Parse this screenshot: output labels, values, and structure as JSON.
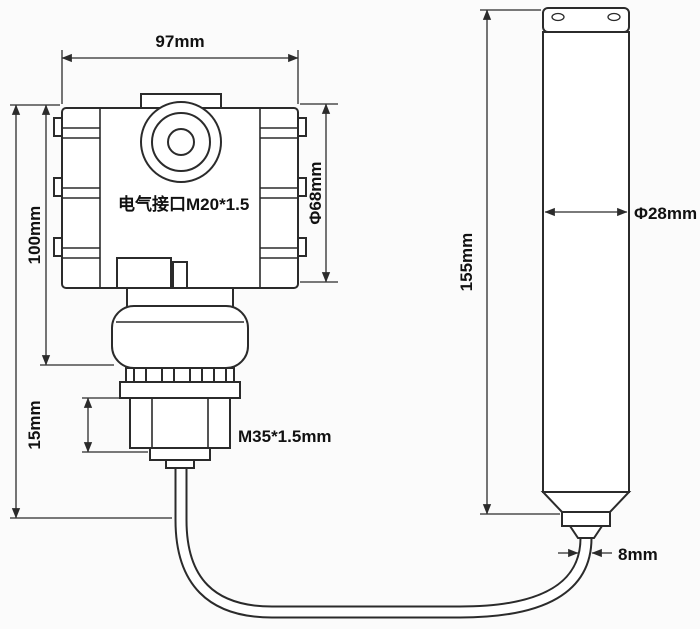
{
  "diagram": {
    "dimensions": {
      "housing_width": "97mm",
      "housing_height": "100mm",
      "housing_diameter": "Φ68mm",
      "flange_height": "15mm",
      "probe_length": "155mm",
      "probe_diameter": "Φ28mm",
      "cable_diameter": "8mm"
    },
    "labels": {
      "electrical_interface": "电气接口M20*1.5",
      "mounting_thread": "M35*1.5mm"
    },
    "colors": {
      "line": "#2b2b2b",
      "text": "#111111",
      "background": "#fbfbfb"
    }
  }
}
